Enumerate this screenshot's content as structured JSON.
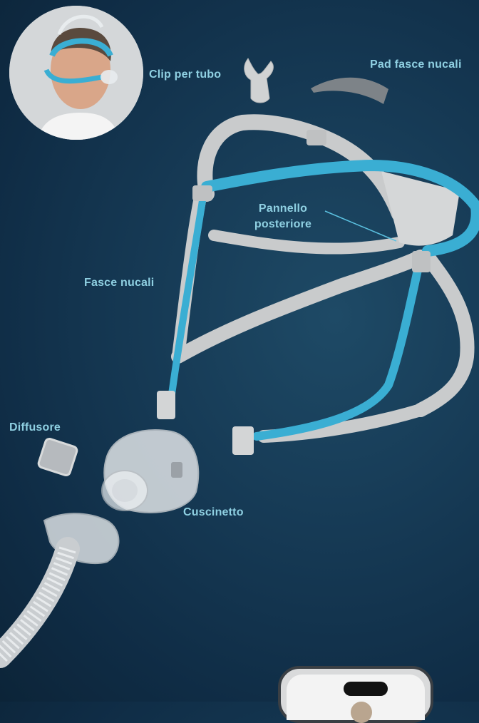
{
  "labels": {
    "clip": "Clip per tubo",
    "pad": "Pad fasce nucali",
    "pannello": "Pannello posteriore",
    "fasce": "Fasce nucali",
    "diffusore": "Diffusore",
    "cuscinetto": "Cuscinetto"
  },
  "colors": {
    "background": "#163a55",
    "label": "#8fd0e2",
    "teal_strap": "#3aaed3",
    "grey_strap": "#c9cbcc"
  },
  "images": {
    "avatar": "man-wearing-nasal-mask-photo",
    "parts": "exploded-view-cpap-mask-headgear",
    "phone": "smartphone-preview"
  }
}
